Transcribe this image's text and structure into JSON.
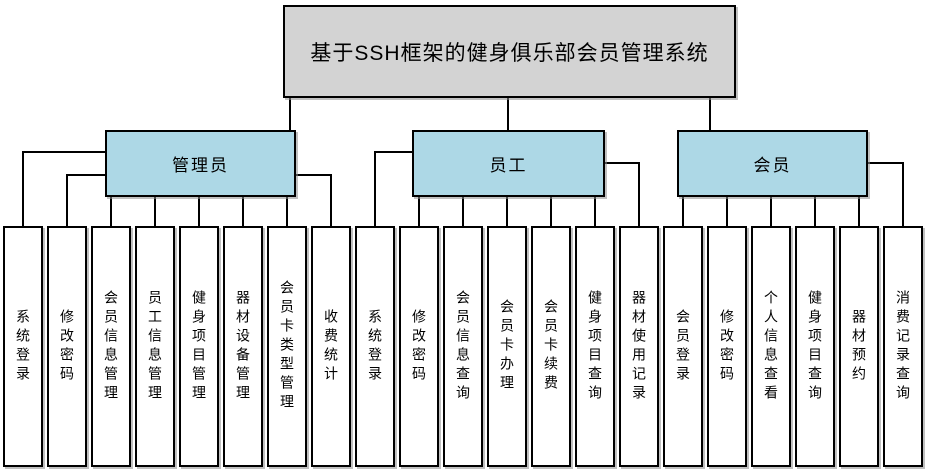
{
  "title": "基于SSH框架的健身俱乐部会员管理系统",
  "groups": [
    {
      "label": "管理员",
      "children": [
        "系统登录",
        "修改密码",
        "会员信息管理",
        "员工信息管理",
        "健身项目管理",
        "器材设备管理",
        "会员卡类型管理",
        "收费统计"
      ]
    },
    {
      "label": "员工",
      "children": [
        "系统登录",
        "修改密码",
        "会员信息查询",
        "会员卡办理",
        "会员卡续费",
        "健身项目查询",
        "器材使用记录"
      ]
    },
    {
      "label": "会员",
      "children": [
        "会员登录",
        "修改密码",
        "个人信息查看",
        "健身项目查询",
        "器材预约",
        "消费记录查询"
      ]
    }
  ],
  "colors": {
    "root_fill": "#d3d3d3",
    "group_fill": "#add8e6",
    "leaf_fill": "#ffffff",
    "border": "#000000",
    "connector": "#000000"
  }
}
